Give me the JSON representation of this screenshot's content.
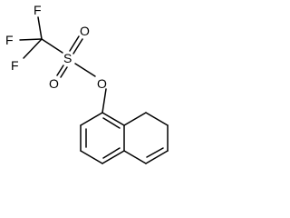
{
  "molecule": {
    "atoms": {
      "f_top": "F",
      "f_left": "F",
      "f_bottom": "F",
      "sulfur": "S",
      "oxygen_upper": "O",
      "oxygen_lower": "O",
      "oxygen_ester": "O"
    }
  },
  "colors": {
    "background": "#ffffff",
    "ink": "#000000"
  }
}
